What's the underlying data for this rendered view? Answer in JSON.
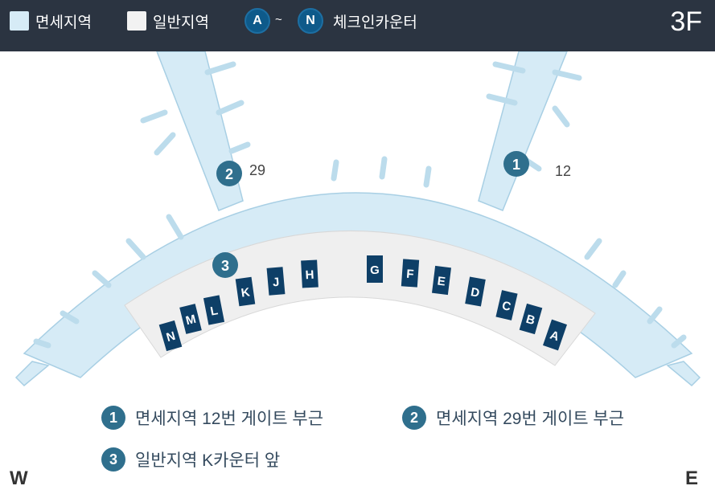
{
  "header": {
    "legend_dutyfree": "면세지역",
    "legend_general": "일반지역",
    "badge_start": "A",
    "tilde": "~",
    "badge_end": "N",
    "legend_checkin": "체크인카운터",
    "floor": "3F",
    "colors": {
      "dutyfree": "#d6ebf6",
      "general": "#f2f2f2",
      "bar": "#2b3441",
      "badge": "#0e5a8a"
    }
  },
  "map": {
    "gate_left_label": "29",
    "gate_right_label": "12",
    "markers": [
      "1",
      "2",
      "3"
    ],
    "counters": [
      "N",
      "M",
      "L",
      "K",
      "J",
      "H",
      "G",
      "F",
      "E",
      "D",
      "C",
      "B",
      "A"
    ]
  },
  "legend": [
    {
      "num": "1",
      "text": "면세지역 12번 게이트 부근"
    },
    {
      "num": "2",
      "text": "면세지역 29번 게이트 부근"
    },
    {
      "num": "3",
      "text": "일반지역 K카운터 앞"
    }
  ],
  "compass": {
    "west": "W",
    "east": "E"
  }
}
